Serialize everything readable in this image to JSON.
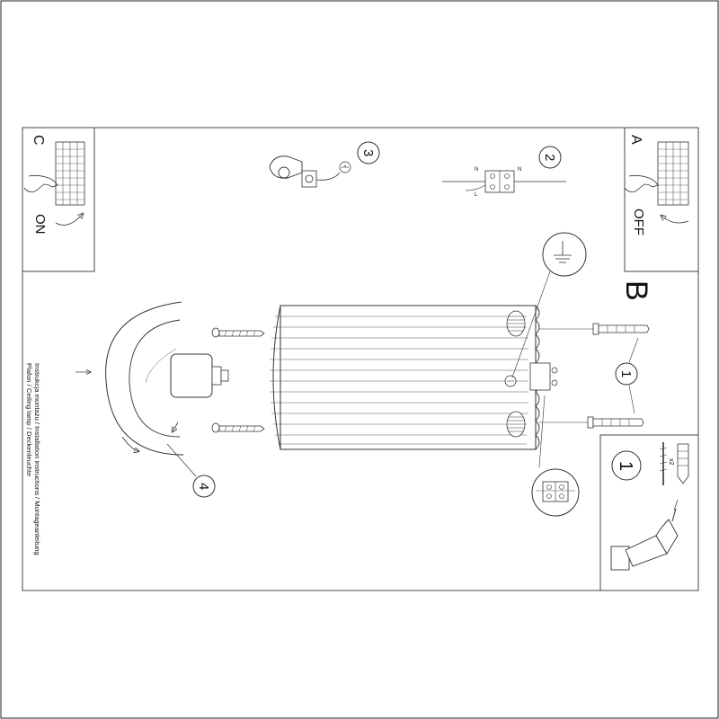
{
  "sheet_text": "Instrukcja montażu / Installation instructions / Montageanleitung",
  "sheet_subtitle": "Plafon / Ceiling lamp / Deckenleuchte",
  "panel_a": {
    "letter": "A",
    "state": "OFF"
  },
  "panel_c": {
    "letter": "C",
    "state": "ON"
  },
  "panel_b": {
    "letter": "B"
  },
  "steps": {
    "s1": "1",
    "s2": "2",
    "s3": "3",
    "s4": "4"
  },
  "tools_box": {
    "step": "1",
    "quantity": "x2"
  },
  "terminal_labels": {
    "n": "N",
    "l": "L"
  }
}
